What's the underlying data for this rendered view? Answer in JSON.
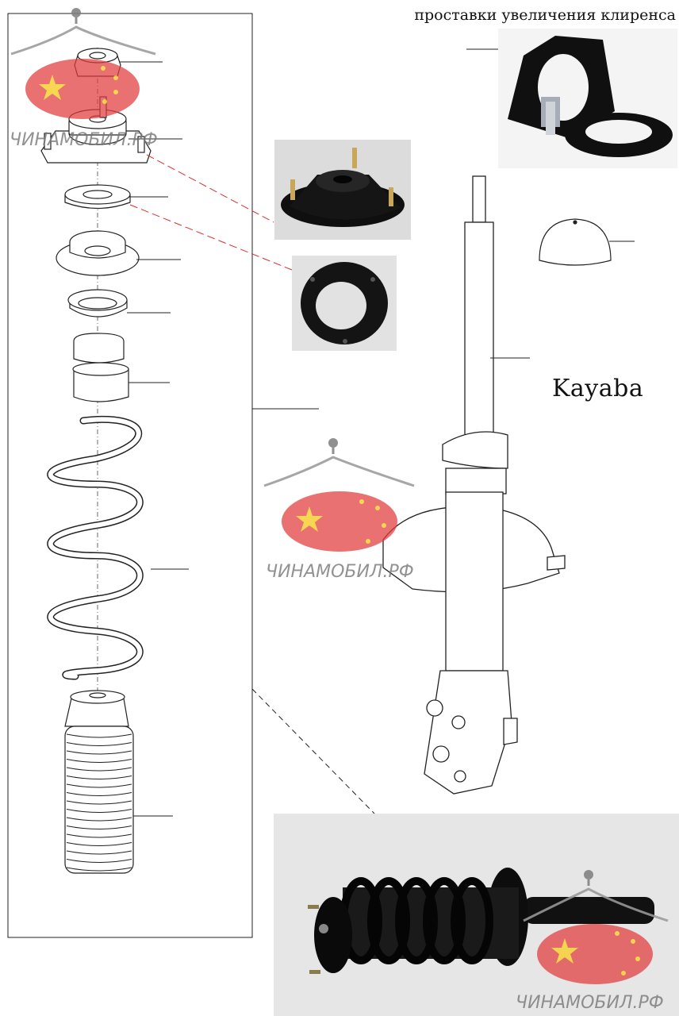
{
  "labels": {
    "spacers_caption": "проставки увеличения клиренса",
    "brand": "Kayaba"
  },
  "watermark": {
    "text": "ЧИНАМОБИЛ.РФ"
  },
  "colors": {
    "watermark_red": "#e23b3b",
    "watermark_star": "#f7d23a",
    "leader_red_dashed": "#d83030",
    "line_art": "#222222",
    "photo_bg": "#e6e6e6",
    "part_black": "#111111"
  }
}
